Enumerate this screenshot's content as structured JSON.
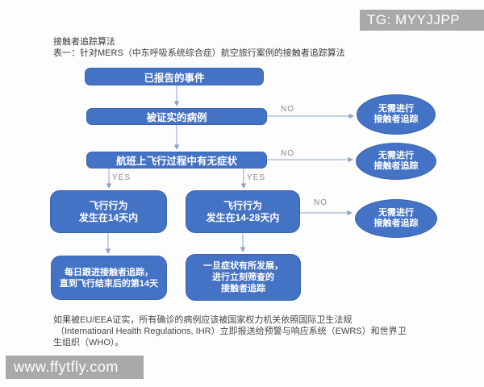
{
  "watermarks": {
    "top_right": "TG: MYYJJPP",
    "bottom_left": "www.ffytfly.com"
  },
  "header": {
    "title": "接触者追踪算法",
    "subtitle": "表一：针对MERS（中东呼吸系统综合症）航空旅行案例的接触者追踪算法"
  },
  "colors": {
    "node_blue": "#4472c4",
    "connector_line": "#8fa3c8",
    "watermark_gray": "#a9a9a9",
    "text_dark": "#3d3d3d",
    "edge_label_gray": "#8a8a8a"
  },
  "flowchart": {
    "boxes": {
      "reported_event": {
        "label": "已报告的事件"
      },
      "confirmed_case": {
        "label": "被证实的病例"
      },
      "symptoms_on_flight": {
        "label": "航班上飞行过程中有无症状"
      },
      "flight_within_14d": {
        "line1": "飞行行为",
        "line2": "发生在14天内"
      },
      "flight_14_28d": {
        "line1": "飞行行为",
        "line2": "发生在14-28天内"
      },
      "daily_follow_up": {
        "line1": "每日跟进接触者追踪，",
        "line2": "直到飞行结束后的第14天"
      },
      "immediate_screening": {
        "line1": "一旦症状有所发展，",
        "line2": "进行立刻筛查的",
        "line3": "接触者追踪"
      }
    },
    "ellipses": {
      "no_tracing_1": {
        "line1": "无需进行",
        "line2": "接触者追踪"
      },
      "no_tracing_2": {
        "line1": "无需进行",
        "line2": "接触者追踪"
      },
      "no_tracing_3": {
        "line1": "无需进行",
        "line2": "接触者追踪"
      }
    },
    "edge_labels": {
      "no_1": "NO",
      "no_2": "NO",
      "no_3": "NO",
      "yes_left": "YES",
      "yes_right": "YES"
    }
  },
  "footnote": {
    "line1": "如果被EU/EEA证实，所有确诊的病例应该被国家权力机关依照国际卫生法规",
    "line2": "（Internatioanl Health Regulations, IHR）立即报送给预警与响应系统（EWRS）和世界卫",
    "line3": "生组织（WHO）。"
  }
}
